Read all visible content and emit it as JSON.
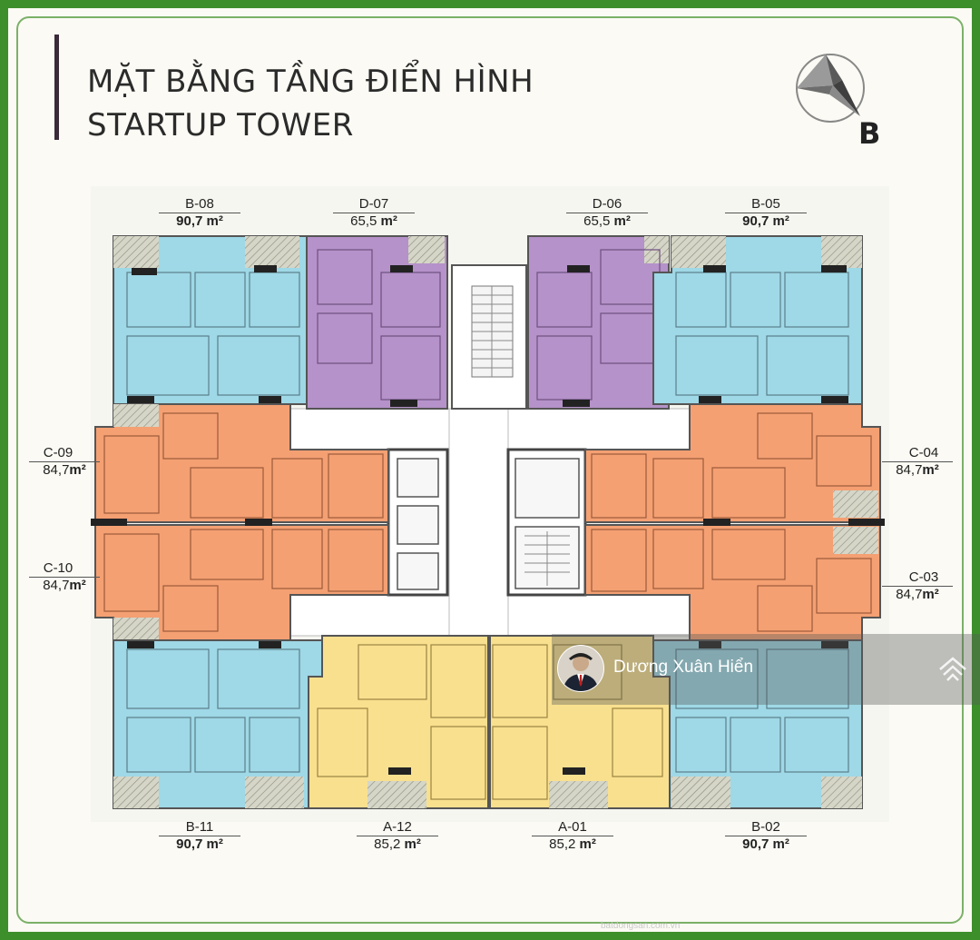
{
  "title": {
    "line1": "MẶT BẰNG TẦNG ĐIỂN HÌNH",
    "line2": "STARTUP TOWER"
  },
  "compass": {
    "letter": "B",
    "icon": "compass-arrow-icon"
  },
  "colors": {
    "type_b": "#9fd8e6",
    "type_c": "#f4a073",
    "type_d": "#b592c9",
    "type_a": "#f9e08f",
    "core": "#ffffff",
    "frame": "#3d8f2c"
  },
  "units": {
    "b08": {
      "code": "B-08",
      "area_num": "90,7",
      "area_unit": "m²"
    },
    "d07": {
      "code": "D-07",
      "area_num": "65,5",
      "area_unit": "m²"
    },
    "d06": {
      "code": "D-06",
      "area_num": "65,5",
      "area_unit": "m²"
    },
    "b05": {
      "code": "B-05",
      "area_num": "90,7",
      "area_unit": "m²"
    },
    "c09": {
      "code": "C-09",
      "area_num": "84,7",
      "area_unit": "m²"
    },
    "c04": {
      "code": "C-04",
      "area_num": "84,7",
      "area_unit": "m²"
    },
    "c10": {
      "code": "C-10",
      "area_num": "84,7",
      "area_unit": "m²"
    },
    "c03": {
      "code": "C-03",
      "area_num": "84,7",
      "area_unit": "m²"
    },
    "b11": {
      "code": "B-11",
      "area_num": "90,7",
      "area_unit": "m²"
    },
    "a12": {
      "code": "A-12",
      "area_num": "85,2",
      "area_unit": "m²"
    },
    "a01": {
      "code": "A-01",
      "area_num": "85,2",
      "area_unit": "m²"
    },
    "b02": {
      "code": "B-02",
      "area_num": "90,7",
      "area_unit": "m²"
    }
  },
  "watermark": {
    "name": "Dương Xuân Hiển",
    "logo_icon": "house-logo-icon"
  },
  "footer_mark": "batdongsan.com.vn"
}
